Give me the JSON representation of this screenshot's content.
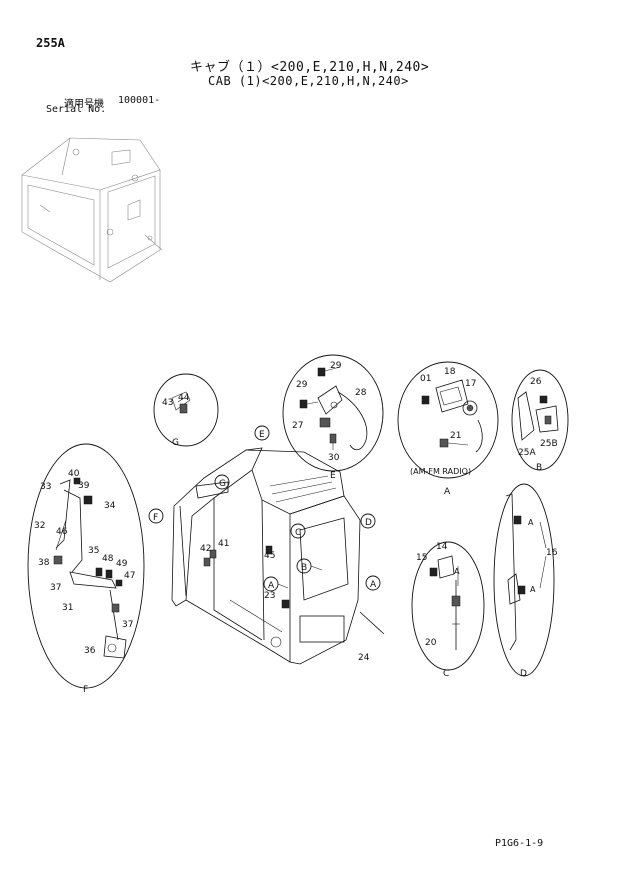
{
  "header": {
    "page_code": "255A",
    "title_jp": "キャブ（１）<200,E,210,H,N,240>",
    "title_en": "CAB (1)<200,E,210,H,N,240>",
    "serial_label_jp": "適用号機",
    "serial_number": "100001-",
    "serial_label_en": "Serial No."
  },
  "detail_labels": {
    "a": "A",
    "b": "B",
    "c": "C",
    "d": "D",
    "e": "E",
    "f": "F",
    "g": "G"
  },
  "radio_caption": "(AM-FM RADIO)",
  "part_numbers": {
    "p43": "43",
    "p44": "44",
    "p29a": "29",
    "p29b": "29",
    "p28": "28",
    "p27": "27",
    "p30": "30",
    "p01": "01",
    "p18": "18",
    "p17": "17",
    "p21": "21",
    "p26": "26",
    "p25b": "25B",
    "p25a": "25A",
    "p40": "40",
    "p33": "33",
    "p39": "39",
    "p34": "34",
    "p32": "32",
    "p46": "46",
    "p38": "38",
    "p35": "35",
    "p48": "48",
    "p49": "49",
    "p47": "47",
    "p37a": "37",
    "p31": "31",
    "p37b": "37",
    "p36": "36",
    "p42": "42",
    "p41": "41",
    "p45": "45",
    "p23": "23",
    "p24": "24",
    "p15": "15",
    "p14": "14",
    "p20": "20",
    "p16": "16"
  },
  "footer": {
    "drawing_code": "P1G6-1-9"
  }
}
